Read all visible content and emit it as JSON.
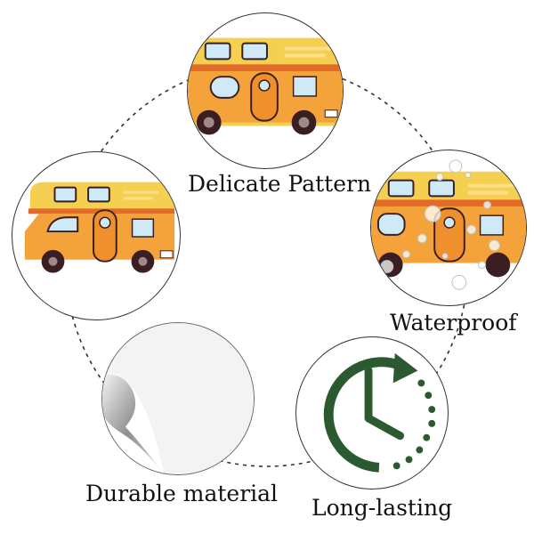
{
  "features": [
    {
      "id": "delicate",
      "label": "Delicate Pattern",
      "icon": "camper-van-icon"
    },
    {
      "id": "waterproof",
      "label": "Waterproof",
      "icon": "water-drops-icon"
    },
    {
      "id": "long_lasting",
      "label": "Long-lasting",
      "icon": "clock-icon"
    },
    {
      "id": "durable",
      "label": "Durable material",
      "icon": "peeling-sticker-icon"
    },
    {
      "id": "sample",
      "label": "",
      "icon": "camper-van-icon"
    }
  ],
  "colors": {
    "van_body": "#f3a33a",
    "van_roof": "#f5cf4f",
    "van_stripe": "#e36b2a",
    "window": "#cfe9f6",
    "wheel": "#3a1e22",
    "clock": "#2b5a30",
    "ring": "#333333"
  }
}
